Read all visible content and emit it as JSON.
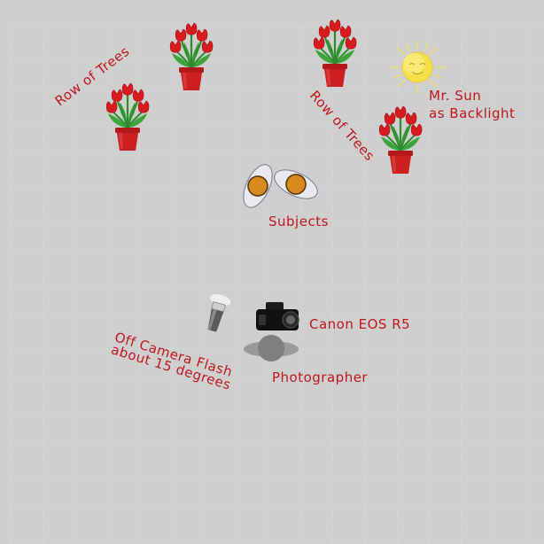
{
  "labels": {
    "row_of_trees_left": "Row of Trees",
    "row_of_trees_right": "Row of Trees",
    "sun_line1": "Mr. Sun",
    "sun_line2": "as Backlight",
    "subjects": "Subjects",
    "flash_line1": "Off Camera Flash",
    "flash_line2": "about 15 degrees",
    "camera": "Canon EOS R5",
    "photographer": "Photographer"
  },
  "colors": {
    "label": "#c0161c",
    "flower": "#d91a1f",
    "pot": "#cc1f1f",
    "stem": "#2e8b2e",
    "sun": "#f6e04a",
    "subject": "#d88a1e",
    "grid": "#d6d6d6"
  },
  "icons": [
    "flower-pot-icon",
    "sun-icon",
    "person-top-icon",
    "flash-icon",
    "camera-icon",
    "photographer-icon"
  ]
}
